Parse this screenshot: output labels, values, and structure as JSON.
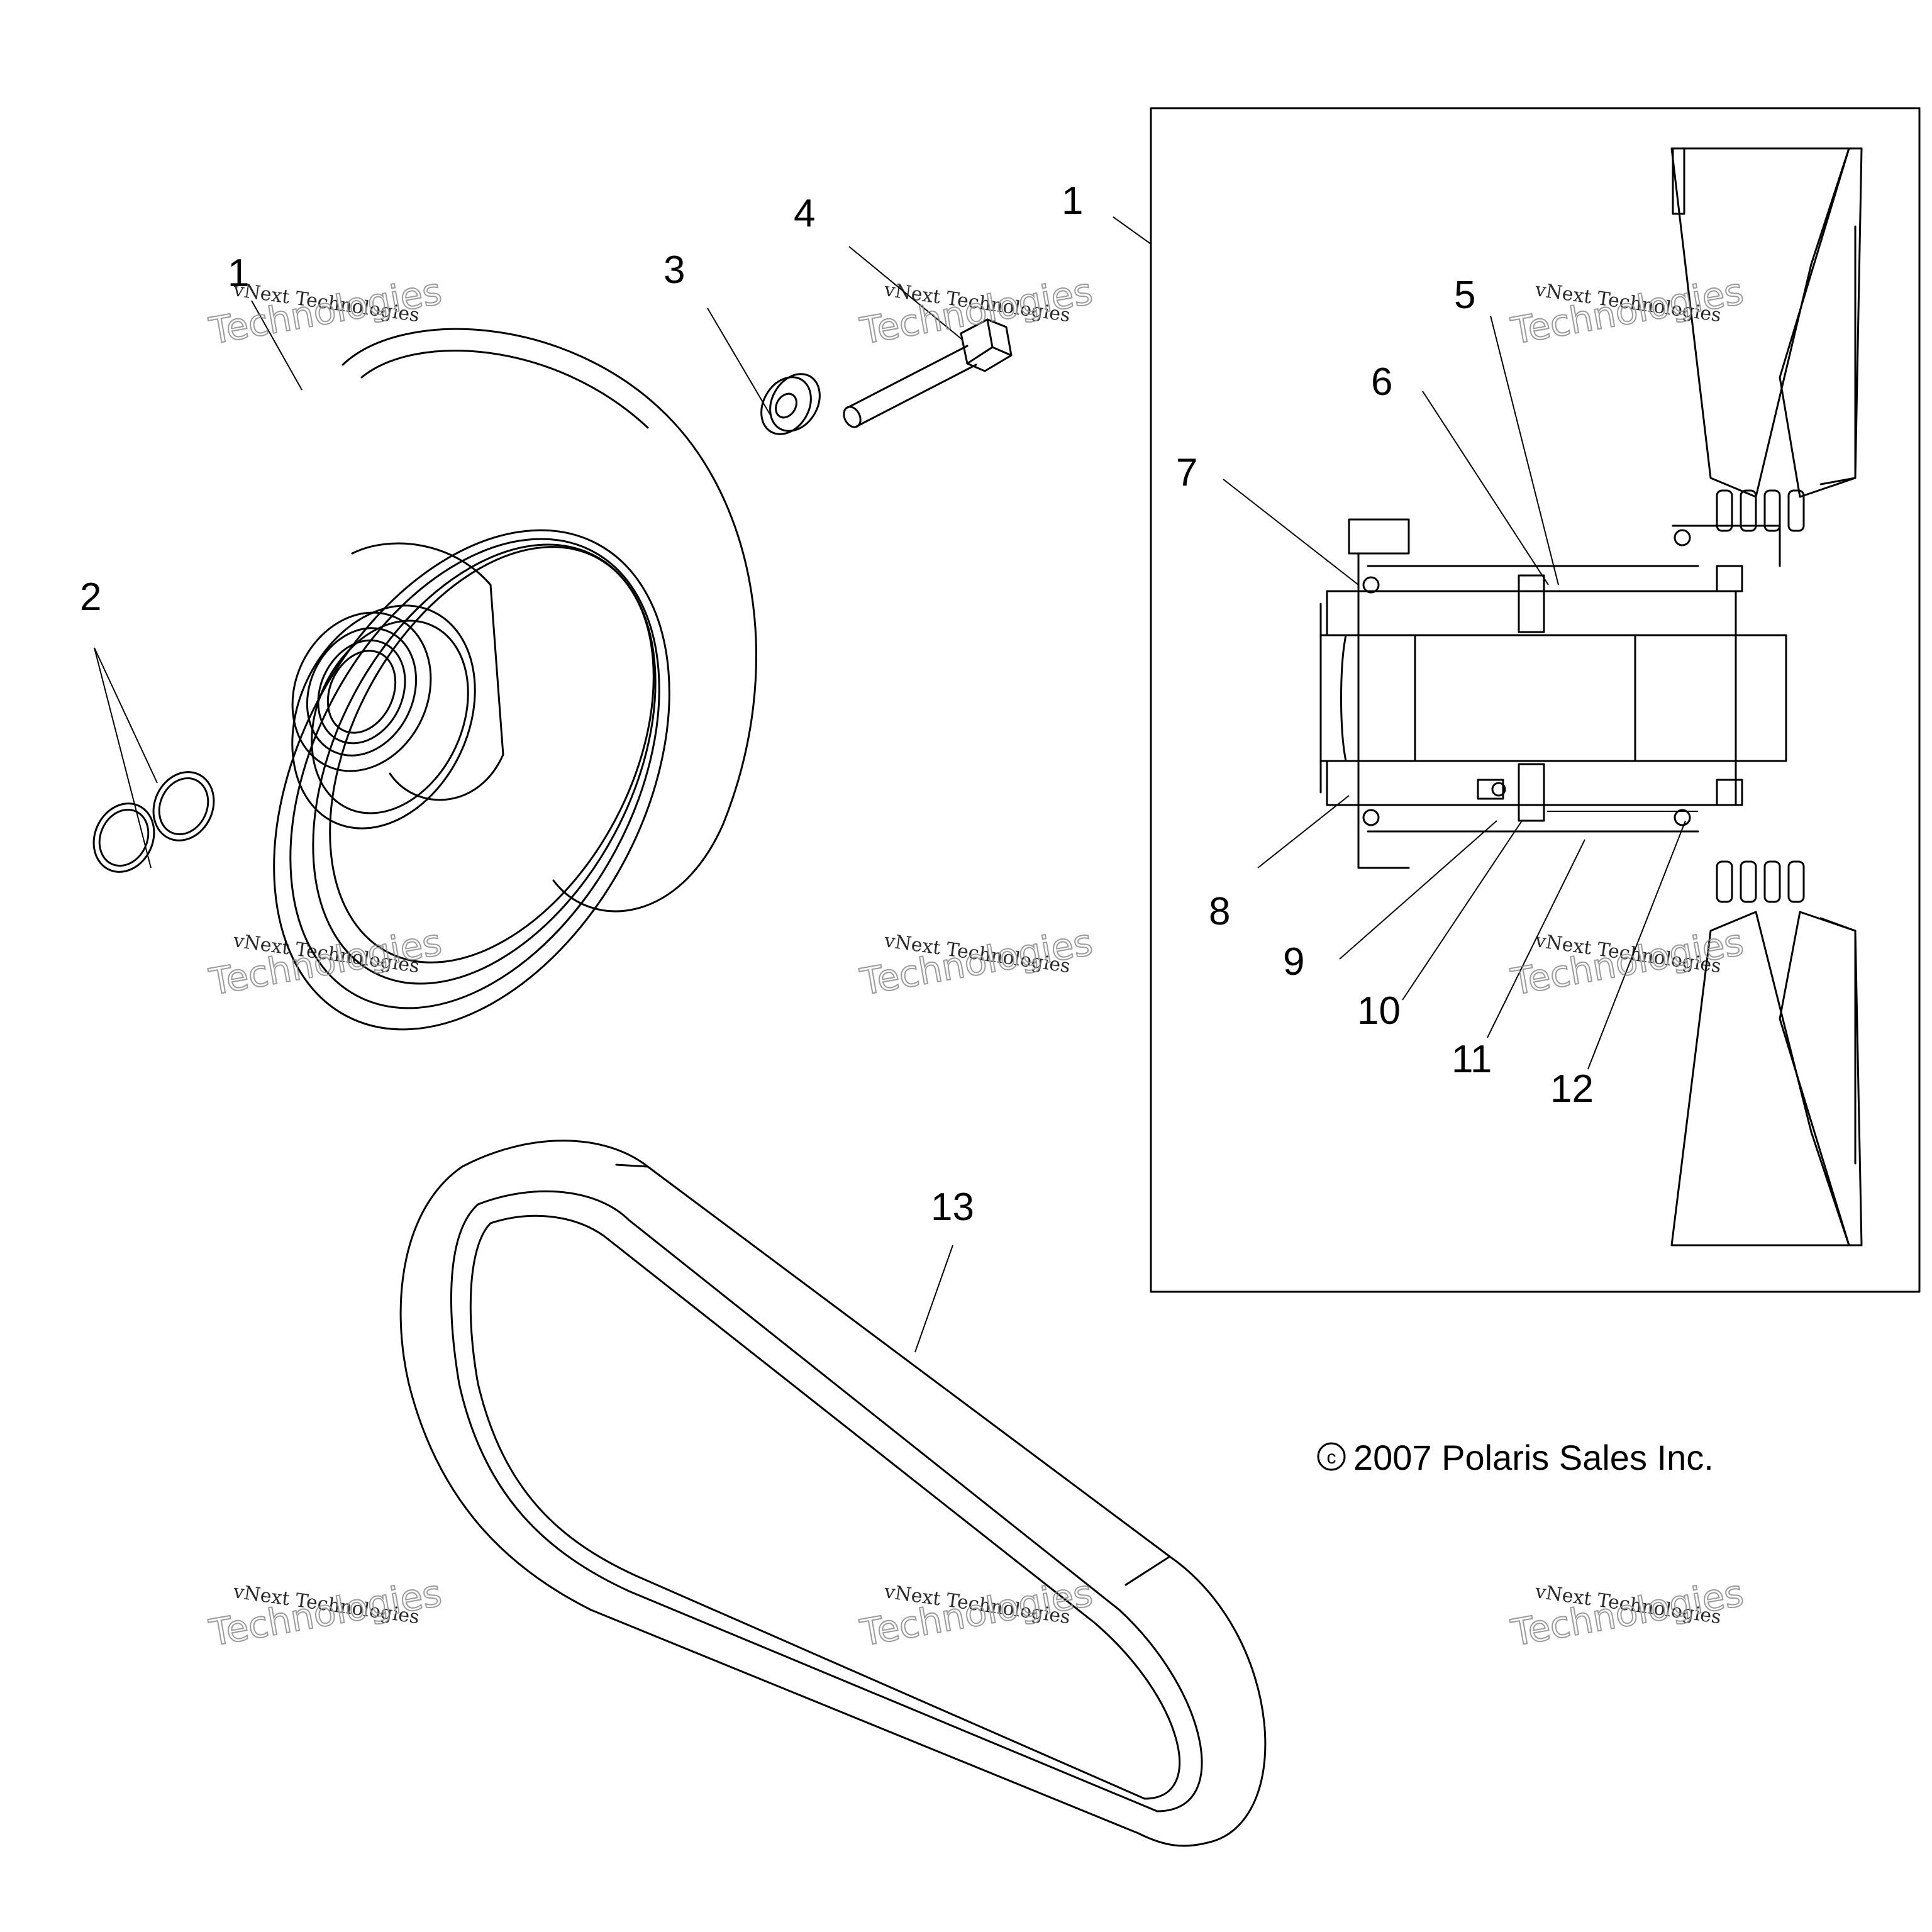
{
  "callouts": {
    "c1_left": "1",
    "c1_right": "1",
    "c2": "2",
    "c3": "3",
    "c4": "4",
    "c5": "5",
    "c6": "6",
    "c7": "7",
    "c8": "8",
    "c9": "9",
    "c10": "10",
    "c11": "11",
    "c12": "12",
    "c13": "13"
  },
  "copyright": "2007 Polaris Sales Inc.",
  "copyright_symbol": "c",
  "watermark": {
    "line1": "vNext Technologies",
    "line2": "Technologies"
  },
  "icons": [
    "copyright-icon"
  ]
}
